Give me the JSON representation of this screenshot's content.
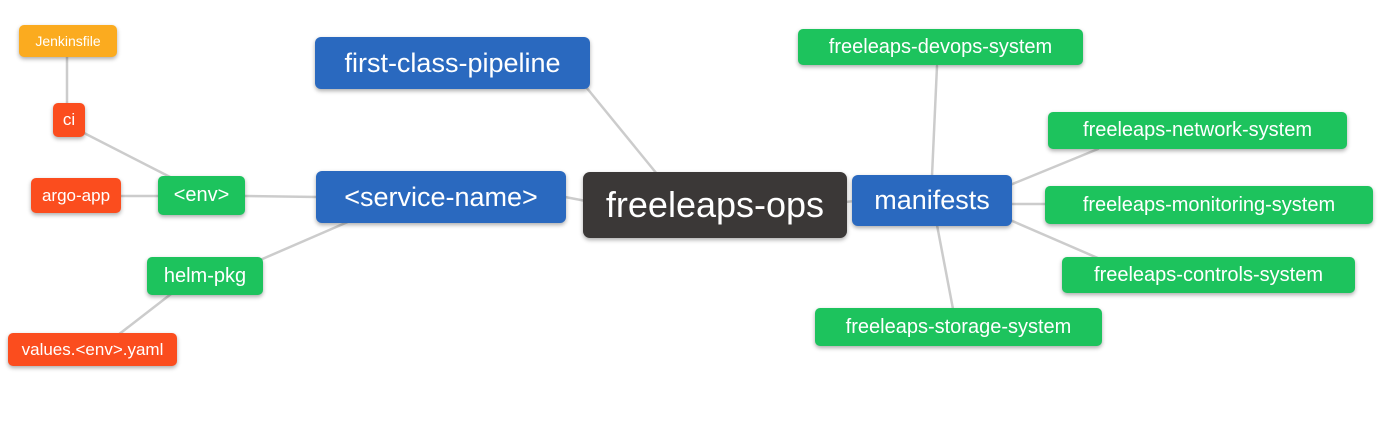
{
  "diagram": {
    "type": "mindmap",
    "root_label": "freeleaps-ops",
    "tree": {
      "label": "freeleaps-ops",
      "children": [
        {
          "label": "first-class-pipeline"
        },
        {
          "label": "<service-name>",
          "children": [
            {
              "label": "<env>",
              "children": [
                {
                  "label": "ci",
                  "children": [
                    {
                      "label": "Jenkinsfile"
                    }
                  ]
                },
                {
                  "label": "argo-app"
                }
              ]
            },
            {
              "label": "helm-pkg",
              "children": [
                {
                  "label": "values.<env>.yaml"
                }
              ]
            }
          ]
        },
        {
          "label": "manifests",
          "children": [
            {
              "label": "freeleaps-devops-system"
            },
            {
              "label": "freeleaps-network-system"
            },
            {
              "label": "freeleaps-monitoring-system"
            },
            {
              "label": "freeleaps-controls-system"
            },
            {
              "label": "freeleaps-storage-system"
            }
          ]
        }
      ]
    }
  },
  "palette": {
    "root_bg": "#3b3837",
    "level1_bg": "#2a69bf",
    "level2_bg": "#1dc35d",
    "level3_bg": "#fb4d1e",
    "level4_bg": "#fbab1f",
    "edge": "#cccccc",
    "text": "#ffffff",
    "background": "#ffffff"
  },
  "nodes": {
    "root": {
      "label": "freeleaps-ops"
    },
    "pipeline": {
      "label": "first-class-pipeline"
    },
    "service": {
      "label": "<service-name>"
    },
    "manifests": {
      "label": "manifests"
    },
    "env": {
      "label": "<env>"
    },
    "helm": {
      "label": "helm-pkg"
    },
    "ci": {
      "label": "ci"
    },
    "argo": {
      "label": "argo-app"
    },
    "jenkinsfile": {
      "label": "Jenkinsfile"
    },
    "values": {
      "label": "values.<env>.yaml"
    },
    "devops": {
      "label": "freeleaps-devops-system"
    },
    "network": {
      "label": "freeleaps-network-system"
    },
    "monitoring": {
      "label": "freeleaps-monitoring-system"
    },
    "controls": {
      "label": "freeleaps-controls-system"
    },
    "storage": {
      "label": "freeleaps-storage-system"
    }
  }
}
